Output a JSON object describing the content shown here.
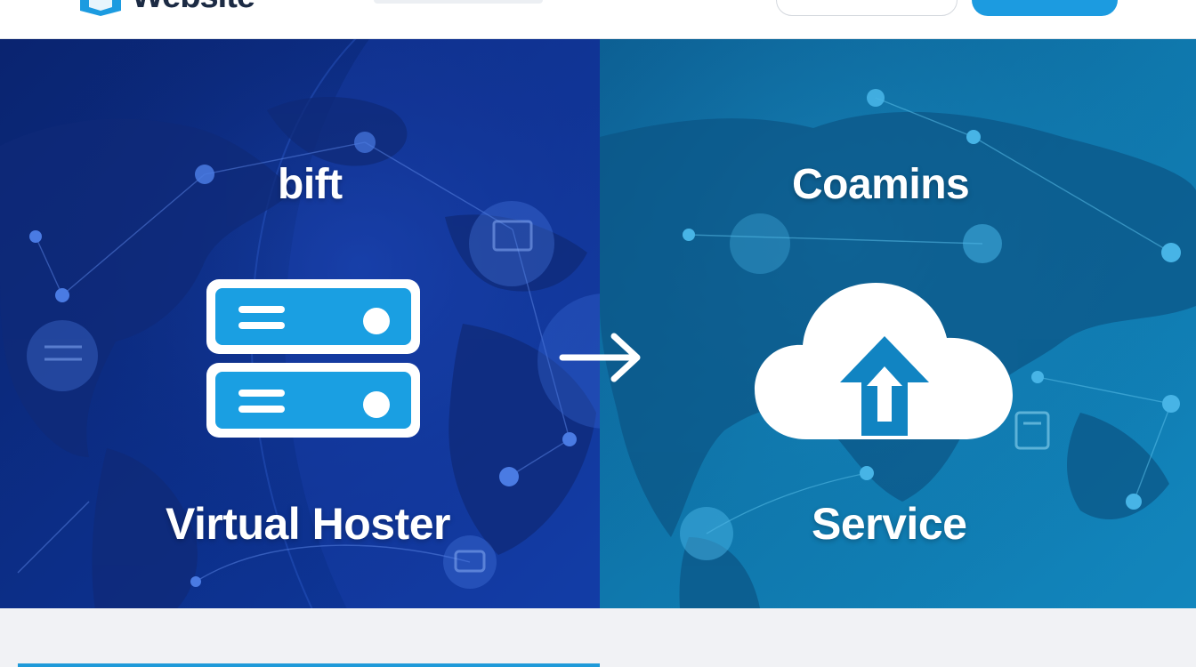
{
  "header": {
    "logo_text": "Website",
    "outline_button_label": "",
    "primary_button_label": ""
  },
  "banner": {
    "left": {
      "title": "bift",
      "caption": "Virtual Hoster",
      "icon": "server-icon"
    },
    "right": {
      "title": "Coamins",
      "caption": "Service",
      "icon": "cloud-upload-icon"
    },
    "transition_icon": "arrow-right-icon",
    "background": "world-map"
  },
  "colors": {
    "left_panel": "#0c2f8a",
    "right_panel": "#0f78ad",
    "accent": "#1a9fe2",
    "header_button": "#1c9be0"
  }
}
